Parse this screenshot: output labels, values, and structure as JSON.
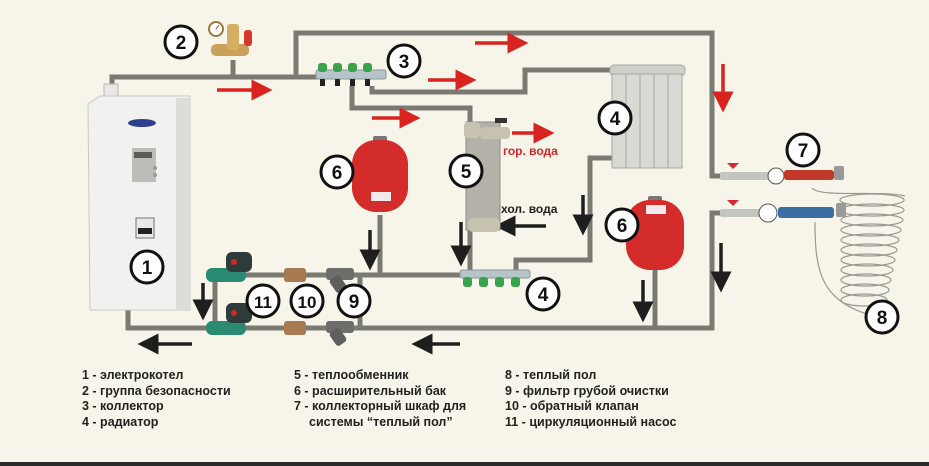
{
  "title": "Схема подключения электрокотла",
  "colors": {
    "pipe": "#7b7a72",
    "arrow_hot": "#d9231f",
    "arrow_return": "#1e1e1e",
    "background": "#f7f4e9",
    "tank": "#d42b2b",
    "pump": "#2a8a72",
    "collector_valve": "#3aa24a",
    "floor_collector_hot": "#c0392b",
    "floor_collector_cold": "#3a6ea5",
    "brass": "#c9a15a"
  },
  "labels": {
    "hot_water": "гор. вода",
    "cold_water": "хол. вода"
  },
  "badges": {
    "boiler": "1",
    "safety_group": "2",
    "collector": "3",
    "radiator": "4",
    "return_collector": "4",
    "heat_exchanger": "5",
    "tank_left": "6",
    "tank_right": "6",
    "floor_cabinet": "7",
    "warm_floor": "8",
    "filter": "9",
    "check_valve": "10",
    "pump": "11"
  },
  "legend": {
    "col1": [
      "1 - электрокотел",
      "2 - группа безопасности",
      "3 - коллектор",
      "4 - радиатор"
    ],
    "col2": [
      "5 - теплообменник",
      "6 - расширительный бак",
      "7 - коллекторный шкаф для",
      "системы “теплый пол”"
    ],
    "col3": [
      "8 - теплый пол",
      "9 - фильтр грубой очистки",
      "10 - обратный клапан",
      "11 - циркуляционный насос"
    ]
  }
}
